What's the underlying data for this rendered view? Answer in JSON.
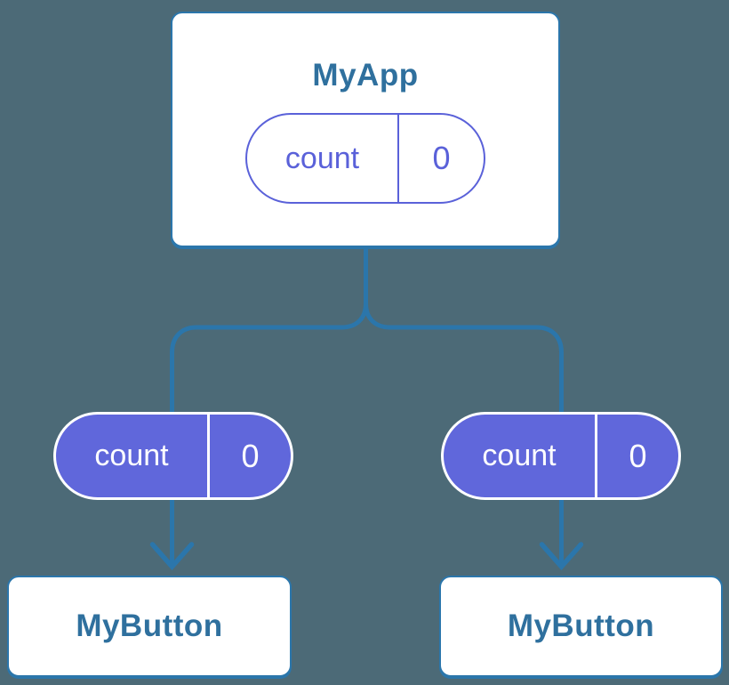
{
  "theme": {
    "bg": "#4C6A77",
    "line": "#2B76AB",
    "card-bg": "#FFFFFF",
    "title": "#2F709E",
    "purple": "#5A61D9",
    "pill-fill": "#6067DB"
  },
  "diagram": {
    "root": {
      "title": "MyApp",
      "state": {
        "name": "count",
        "value": "0"
      }
    },
    "children": [
      {
        "title": "MyButton",
        "state": {
          "name": "count",
          "value": "0"
        }
      },
      {
        "title": "MyButton",
        "state": {
          "name": "count",
          "value": "0"
        }
      }
    ]
  }
}
